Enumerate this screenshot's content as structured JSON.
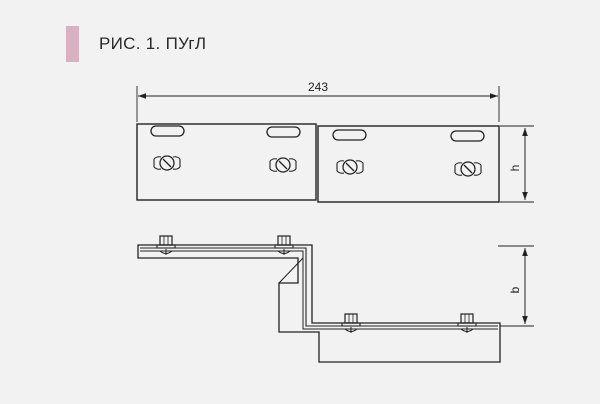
{
  "caption": {
    "text": "РИС. 1. ПУгЛ",
    "marker_color": "#d9b1c3"
  },
  "drawing": {
    "overall_length": "243",
    "height_label": "h",
    "offset_label": "b"
  }
}
